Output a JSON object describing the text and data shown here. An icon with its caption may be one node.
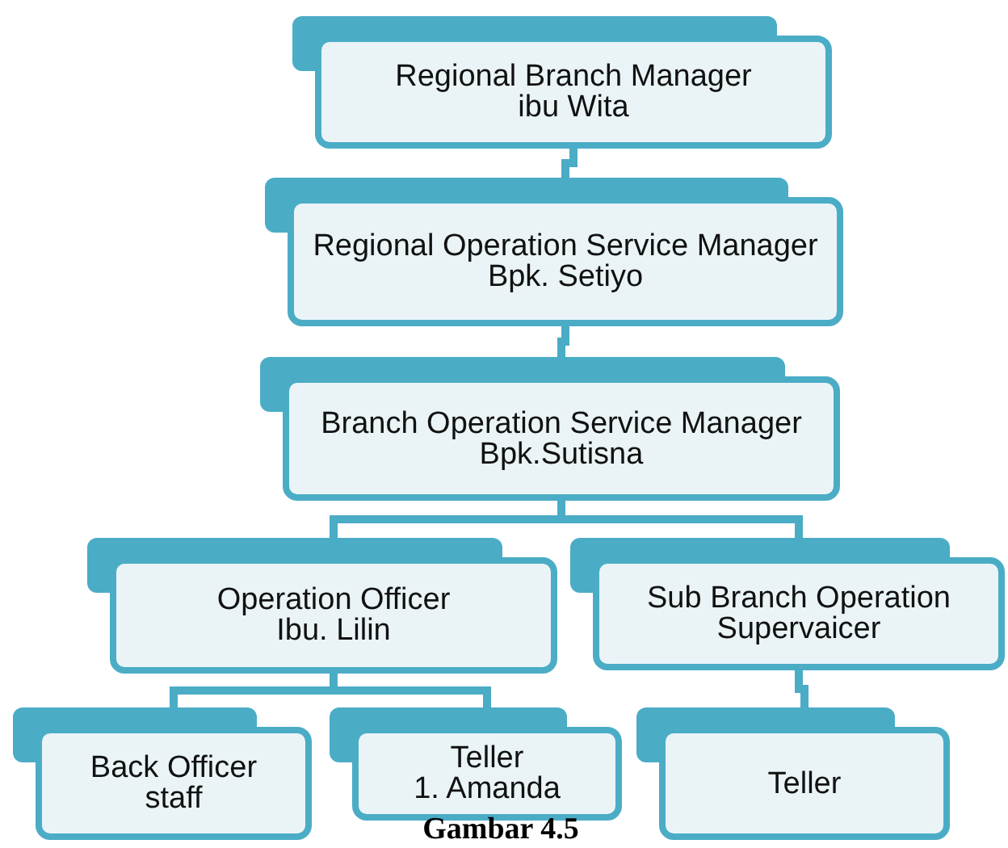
{
  "diagram": {
    "caption": "Gambar 4.5",
    "nodes": [
      {
        "text": [
          "Regional Branch Manager",
          "ibu Wita"
        ]
      },
      {
        "text": [
          "Regional Operation Service Manager",
          "Bpk. Setiyo"
        ]
      },
      {
        "text": [
          "Branch Operation Service Manager",
          "Bpk.Sutisna"
        ]
      },
      {
        "text": [
          "Operation Officer",
          "Ibu. Lilin"
        ]
      },
      {
        "text": [
          "Sub Branch Operation Supervaicer"
        ]
      },
      {
        "text": [
          "Back Officer staff"
        ]
      },
      {
        "text": [
          "Teller",
          "1. Amanda"
        ]
      },
      {
        "text": [
          "Teller"
        ]
      }
    ],
    "edges": [
      {
        "from": 0,
        "to": 1,
        "arrow": "none"
      },
      {
        "from": 1,
        "to": 2,
        "arrow": "none"
      },
      {
        "from": 2,
        "to": 3,
        "arrow": "none"
      },
      {
        "from": 2,
        "to": 4,
        "arrow": "none"
      },
      {
        "from": 3,
        "to": 5,
        "arrow": "none"
      },
      {
        "from": 3,
        "to": 6,
        "arrow": "none"
      },
      {
        "from": 4,
        "to": 7,
        "arrow": "none"
      }
    ]
  }
}
